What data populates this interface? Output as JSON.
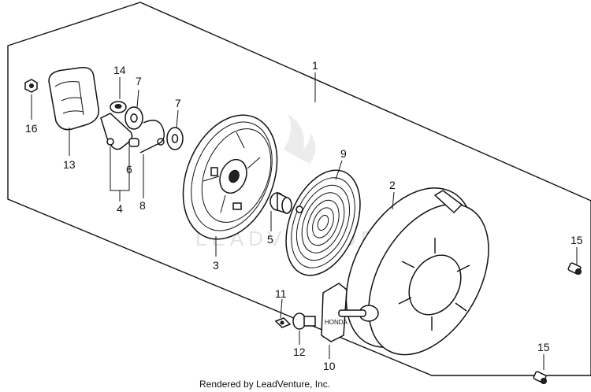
{
  "diagram": {
    "callouts": [
      {
        "id": "1",
        "label": "1"
      },
      {
        "id": "2",
        "label": "2"
      },
      {
        "id": "3",
        "label": "3"
      },
      {
        "id": "4",
        "label": "4"
      },
      {
        "id": "5",
        "label": "5"
      },
      {
        "id": "6",
        "label": "6"
      },
      {
        "id": "7a",
        "label": "7"
      },
      {
        "id": "7b",
        "label": "7"
      },
      {
        "id": "8",
        "label": "8"
      },
      {
        "id": "9",
        "label": "9"
      },
      {
        "id": "10",
        "label": "10"
      },
      {
        "id": "11",
        "label": "11"
      },
      {
        "id": "12",
        "label": "12"
      },
      {
        "id": "13",
        "label": "13"
      },
      {
        "id": "14",
        "label": "14"
      },
      {
        "id": "15a",
        "label": "15"
      },
      {
        "id": "15b",
        "label": "15"
      },
      {
        "id": "16",
        "label": "16"
      }
    ],
    "watermark": "LEADVENTURE"
  },
  "footer": {
    "text": "Rendered by LeadVenture, Inc."
  }
}
